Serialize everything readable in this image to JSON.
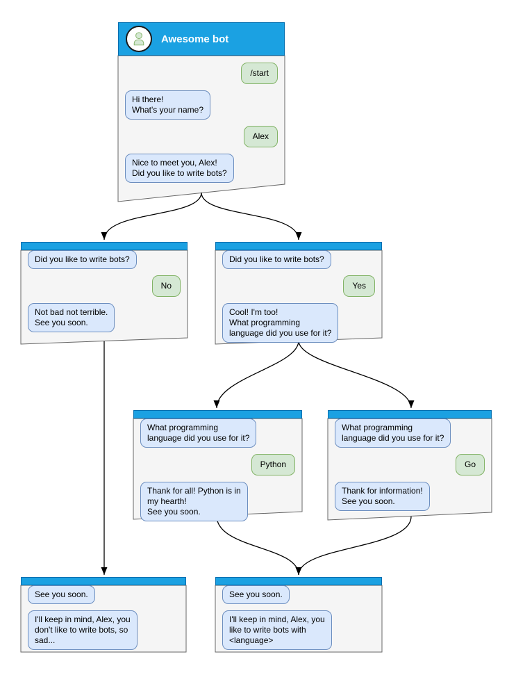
{
  "colors": {
    "header-blue": "#1ba1e2",
    "header-border": "#006eaf",
    "box-fill": "#f5f5f5",
    "box-border": "#666666",
    "bot-fill": "#dae8fc",
    "bot-border": "#6c8ebf",
    "user-fill": "#d5e8d4",
    "user-border": "#82b366",
    "arrow": "#000000",
    "title-color": "#ffffff"
  },
  "nodes": [
    {
      "id": "awesome-bot",
      "title": "Awesome bot",
      "avatar": "person-icon",
      "messages": [
        {
          "side": "user",
          "text": "/start"
        },
        {
          "side": "bot",
          "text": "Hi there!\nWhat's your name?"
        },
        {
          "side": "user",
          "text": "Alex"
        },
        {
          "side": "bot",
          "text": "Nice to meet you, Alex!\nDid you like to write bots?"
        }
      ]
    },
    {
      "id": "branch-no",
      "messages": [
        {
          "side": "bot",
          "text": "Did you like to write bots?"
        },
        {
          "side": "user",
          "text": "No"
        },
        {
          "side": "bot",
          "text": "Not bad not terrible.\nSee you soon."
        }
      ]
    },
    {
      "id": "branch-yes",
      "messages": [
        {
          "side": "bot",
          "text": "Did you like to write bots?"
        },
        {
          "side": "user",
          "text": "Yes"
        },
        {
          "side": "bot",
          "text": "Cool! I'm too!\nWhat programming\nlanguage did you use for it?"
        }
      ]
    },
    {
      "id": "branch-python",
      "messages": [
        {
          "side": "bot",
          "text": "What programming\nlanguage did you use for it?"
        },
        {
          "side": "user",
          "text": "Python"
        },
        {
          "side": "bot",
          "text": "Thank for all! Python is in\nmy hearth!\nSee you soon."
        }
      ]
    },
    {
      "id": "branch-go",
      "messages": [
        {
          "side": "bot",
          "text": "What programming\nlanguage did you use for it?"
        },
        {
          "side": "user",
          "text": "Go"
        },
        {
          "side": "bot",
          "text": "Thank for information!\nSee you soon."
        }
      ]
    },
    {
      "id": "end-no",
      "messages": [
        {
          "side": "bot",
          "text": "See you soon."
        },
        {
          "side": "bot",
          "text": "I'll keep in mind, Alex, you\ndon't like to write bots, so\nsad..."
        }
      ]
    },
    {
      "id": "end-yes",
      "messages": [
        {
          "side": "bot",
          "text": "See you soon."
        },
        {
          "side": "bot",
          "text": "I'll keep in mind, Alex, you\nlike to write bots with\n<language>"
        }
      ]
    }
  ],
  "edges": [
    {
      "from": "awesome-bot",
      "to": "branch-no"
    },
    {
      "from": "awesome-bot",
      "to": "branch-yes"
    },
    {
      "from": "branch-no",
      "to": "end-no"
    },
    {
      "from": "branch-yes",
      "to": "branch-python"
    },
    {
      "from": "branch-yes",
      "to": "branch-go"
    },
    {
      "from": "branch-python",
      "to": "end-yes"
    },
    {
      "from": "branch-go",
      "to": "end-yes"
    }
  ]
}
